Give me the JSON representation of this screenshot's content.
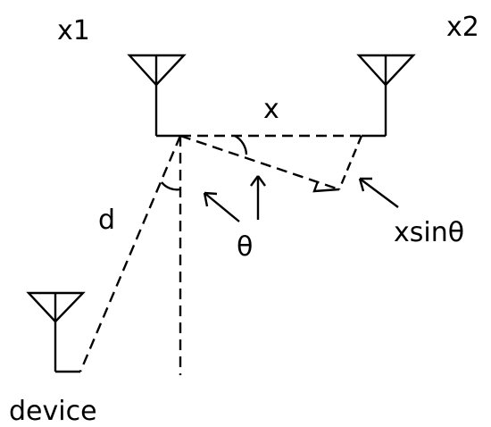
{
  "labels": {
    "x1": "x1",
    "x2": "x2",
    "x": "x",
    "d": "d",
    "theta": "θ",
    "xsintheta": "xsinθ",
    "device": "device"
  },
  "colors": {
    "stroke": "#000000",
    "background": "#ffffff"
  },
  "icons": [
    "antenna-x1-icon",
    "antenna-x2-icon",
    "antenna-device-icon"
  ]
}
